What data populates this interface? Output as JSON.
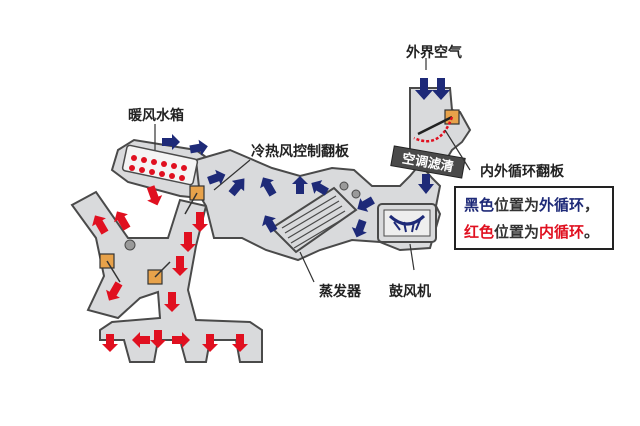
{
  "labels": {
    "outside_air": "外界空气",
    "heater_core": "暖风水箱",
    "temp_blend_door": "冷热风控制翻板",
    "cabin_air_filter": "空调滤清",
    "recirc_door": "内外循环翻板",
    "evaporator": "蒸发器",
    "blower": "鼓风机"
  },
  "legend": {
    "line1_colored": "黑色",
    "line1_rest": "位置为",
    "line1_emph": "外循环",
    "line1_end": "，",
    "line2_colored": "红色",
    "line2_rest": "位置为",
    "line2_emph": "内循环",
    "line2_end": "。"
  },
  "colors": {
    "duct_fill": "#d9dadc",
    "duct_stroke": "#4a4a4a",
    "cold_arrow": "#1e2a78",
    "hot_arrow": "#e01020",
    "flap_fill": "#e8a24a"
  }
}
